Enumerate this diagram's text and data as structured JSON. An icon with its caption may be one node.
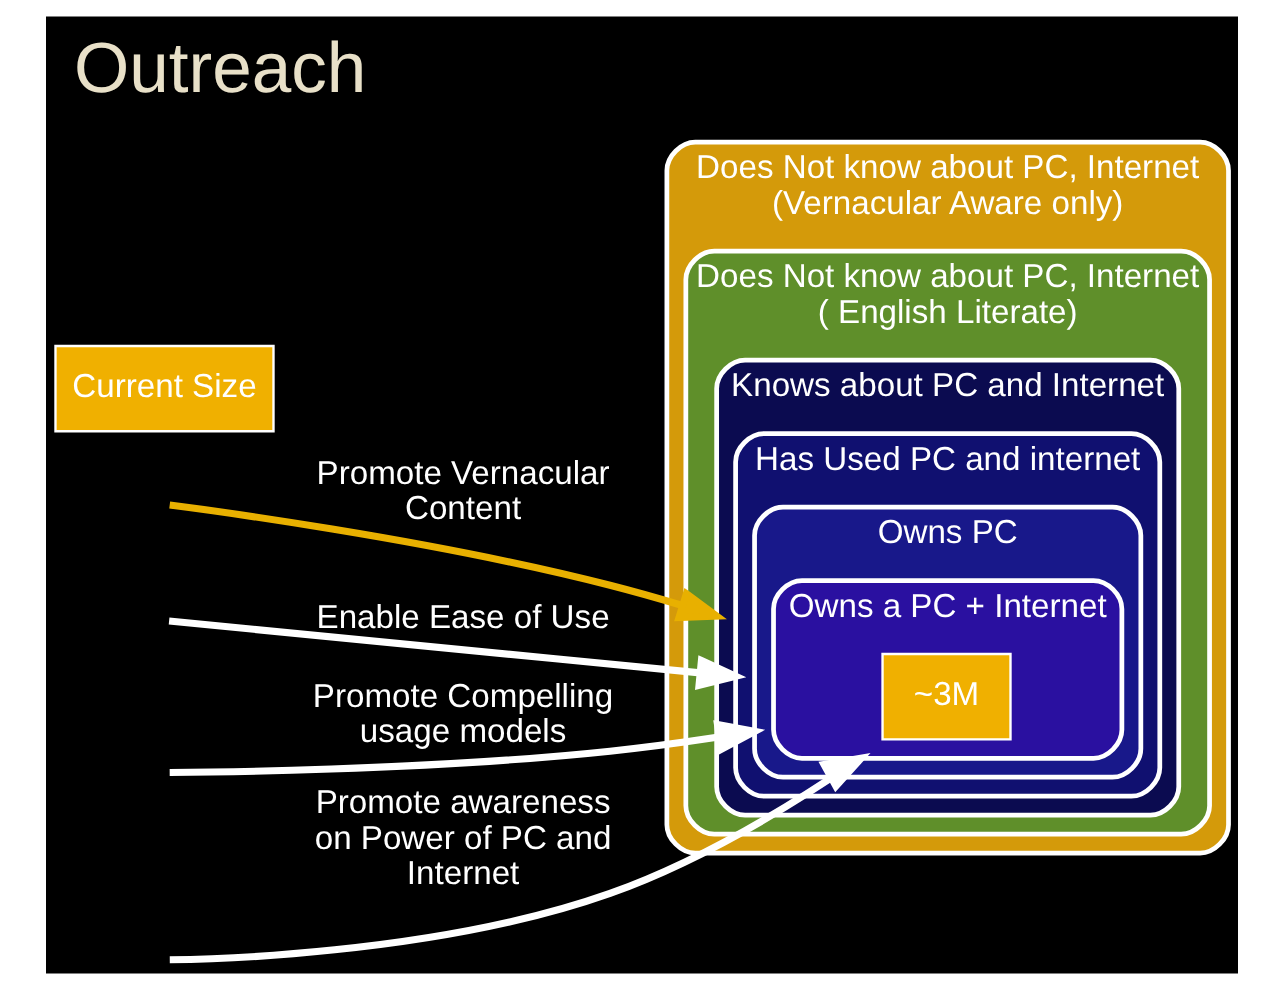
{
  "diagram": {
    "title": "Outreach",
    "nodes": [
      {
        "text": [
          "Does Not know about PC, Internet",
          "(Vernacular Aware only)"
        ]
      },
      {
        "text": [
          "Does Not know about PC, Internet",
          "( English Literate)"
        ],
        "in": 0
      },
      {
        "text": [
          "Knows about PC and Internet"
        ],
        "in": 1
      },
      {
        "text": [
          "Has Used PC and internet"
        ],
        "in": 2
      },
      {
        "text": [
          "Owns PC"
        ],
        "in": 3
      },
      {
        "text": [
          "Owns a PC + Internet"
        ],
        "in": 4
      },
      {
        "text": [
          "~3M"
        ],
        "in": 5
      },
      {
        "text": [
          "Current Size"
        ]
      }
    ],
    "edges": [
      {
        "from": null,
        "to": 2,
        "arrow": "to",
        "label": "Promote Vernacular Content",
        "color": "#e8b000"
      },
      {
        "from": null,
        "to": 3,
        "arrow": "to",
        "label": "Enable Ease of Use"
      },
      {
        "from": null,
        "to": 4,
        "arrow": "to",
        "label": "Promote Compelling usage models"
      },
      {
        "from": null,
        "to": 5,
        "arrow": "to",
        "label": "Promote awareness on Power of PC and Internet"
      }
    ]
  }
}
